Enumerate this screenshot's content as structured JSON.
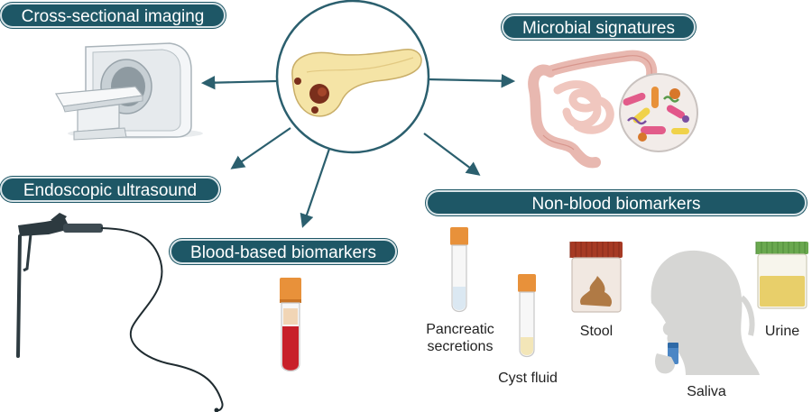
{
  "titles": {
    "cross_sectional": "Cross-sectional imaging",
    "microbial": "Microbial signatures",
    "endoscopic": "Endoscopic ultrasound",
    "blood": "Blood-based biomarkers",
    "non_blood": "Non-blood biomarkers"
  },
  "samples": {
    "pancreatic_1": "Pancreatic",
    "pancreatic_2": "secretions",
    "cyst": "Cyst fluid",
    "stool": "Stool",
    "saliva": "Saliva",
    "urine": "Urine"
  },
  "icons": [
    "pancreas-icon",
    "ct-scanner-icon",
    "intestine-icon",
    "bacteria-icon",
    "endoscope-icon",
    "blood-tube-icon",
    "sample-tube-icon",
    "stool-container-icon",
    "person-silhouette-icon",
    "urine-container-icon"
  ],
  "colors": {
    "pill": "#1e5766",
    "arrow": "#2b5f6e",
    "tube_cap": "#e8913a",
    "blood": "#c8202a",
    "urine": "#e8cf6a",
    "silhouette": "#d6d6d4",
    "pancreas": "#f5e4a6"
  }
}
